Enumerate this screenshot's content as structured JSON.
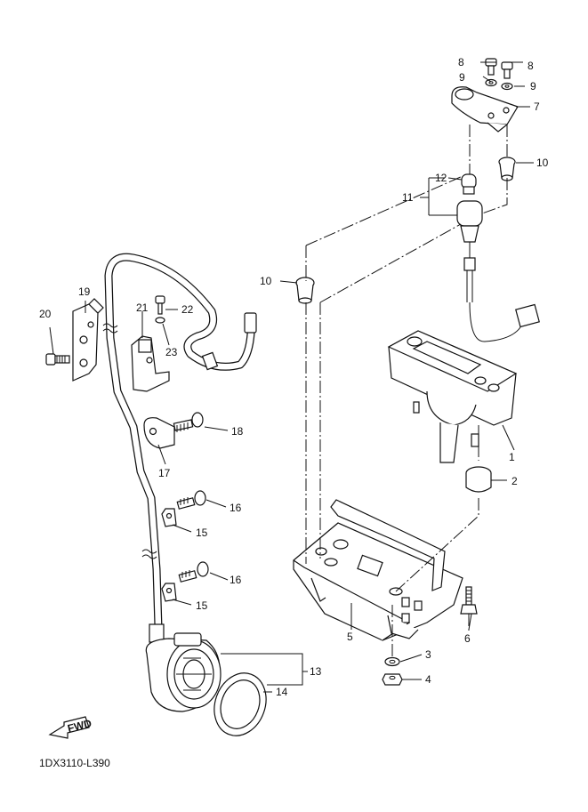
{
  "diagram": {
    "code": "1DX3110-L390",
    "fwd": "FWD",
    "callouts": [
      {
        "id": "c1",
        "text": "1"
      },
      {
        "id": "c2",
        "text": "2"
      },
      {
        "id": "c3",
        "text": "3"
      },
      {
        "id": "c4",
        "text": "4"
      },
      {
        "id": "c5",
        "text": "5"
      },
      {
        "id": "c6",
        "text": "6"
      },
      {
        "id": "c7",
        "text": "7"
      },
      {
        "id": "c8a",
        "text": "8"
      },
      {
        "id": "c8b",
        "text": "8"
      },
      {
        "id": "c9a",
        "text": "9"
      },
      {
        "id": "c9b",
        "text": "9"
      },
      {
        "id": "c10a",
        "text": "10"
      },
      {
        "id": "c10b",
        "text": "10"
      },
      {
        "id": "c11",
        "text": "11"
      },
      {
        "id": "c12",
        "text": "12"
      },
      {
        "id": "c13",
        "text": "13"
      },
      {
        "id": "c14",
        "text": "14"
      },
      {
        "id": "c15a",
        "text": "15"
      },
      {
        "id": "c15b",
        "text": "15"
      },
      {
        "id": "c16a",
        "text": "16"
      },
      {
        "id": "c16b",
        "text": "16"
      },
      {
        "id": "c17",
        "text": "17"
      },
      {
        "id": "c18",
        "text": "18"
      },
      {
        "id": "c19",
        "text": "19"
      },
      {
        "id": "c20",
        "text": "20"
      },
      {
        "id": "c21",
        "text": "21"
      },
      {
        "id": "c22",
        "text": "22"
      },
      {
        "id": "c23",
        "text": "23"
      }
    ]
  }
}
